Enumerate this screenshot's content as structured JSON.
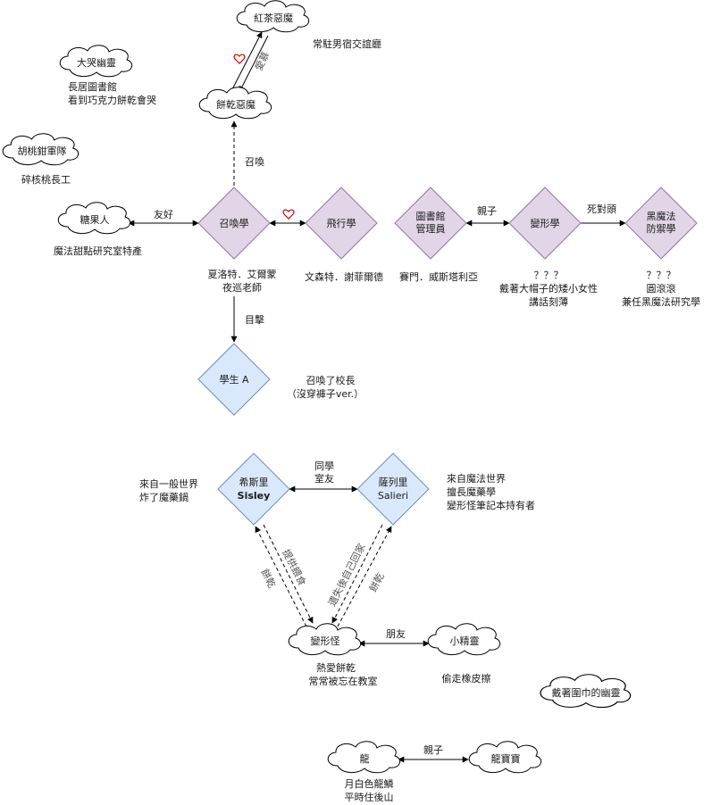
{
  "colors": {
    "diamond_purple": "#e1d5e7",
    "diamond_purple_stroke": "#9673a6",
    "diamond_blue": "#dae8fc",
    "diamond_blue_stroke": "#6c8ebf",
    "heart": "#cc0000"
  },
  "nodes": {
    "black_tea_demon": "紅茶惡魔",
    "biscuit_demon": "餅乾惡魔",
    "crying_ghost": "大哭幽靈",
    "walnut_army": "胡桃鉗軍隊",
    "candy_man": "糖果人",
    "summon": "召喚學",
    "flight": "飛行學",
    "librarian": [
      "圖書館",
      "管理員"
    ],
    "transform": "變形學",
    "dark_defense": [
      "黑魔法",
      "防禦學"
    ],
    "student_a": "學生 A",
    "sisley": [
      "希斯里",
      "Sisley"
    ],
    "salieri": [
      "薩列里",
      "Salieri"
    ],
    "shapeshifter": "變形怪",
    "sprite": "小精靈",
    "scarf_ghost": "戴著圍巾的幽靈",
    "dragon": "龍",
    "baby_dragon": "龍寶寶"
  },
  "notes": {
    "black_tea_demon": [
      "常駐男宿交誼廳"
    ],
    "crying_ghost": [
      "長居圖書館",
      "看到巧克力餅乾會哭"
    ],
    "walnut_army": [
      "碎核桃長工"
    ],
    "candy_man": [
      "魔法甜點研究室特產"
    ],
    "summon": [
      "夏洛特．艾爾蒙",
      "夜巡老師"
    ],
    "flight": [
      "文森特．謝菲爾德"
    ],
    "librarian": [
      "賽門．威斯塔利亞"
    ],
    "transform": [
      "？？？",
      "戴著大帽子的矮小女性",
      "講話刻薄"
    ],
    "dark_defense": [
      "？？？",
      "圓滾滾",
      "兼任黑魔法研究學"
    ],
    "student_a": [
      "召喚了校長",
      "（沒穿褲子ver.）"
    ],
    "sisley": [
      "來自一般世界",
      "炸了魔藥鍋"
    ],
    "salieri": [
      "來自魔法世界",
      "擅長魔藥學",
      "變形怪筆記本持有者"
    ],
    "shapeshifter": [
      "熱愛餅乾",
      "常常被忘在教室"
    ],
    "sprite": [
      "偷走橡皮擦"
    ],
    "dragon": [
      "月白色龍鱗",
      "平時住後山"
    ]
  },
  "edges": {
    "crush": "愛慕",
    "summon": "召喚",
    "friendly": "友好",
    "parent_child_1": "親子",
    "rival": "死對頭",
    "witness": "目擊",
    "classmates": [
      "同學",
      "室友"
    ],
    "provide_feeding": "提供餵食",
    "biscuit_1": "餅乾",
    "fetch_home": "遺失後自己回家",
    "biscuit_2": "餅乾",
    "friends": "朋友",
    "parent_child_2": "親子"
  }
}
